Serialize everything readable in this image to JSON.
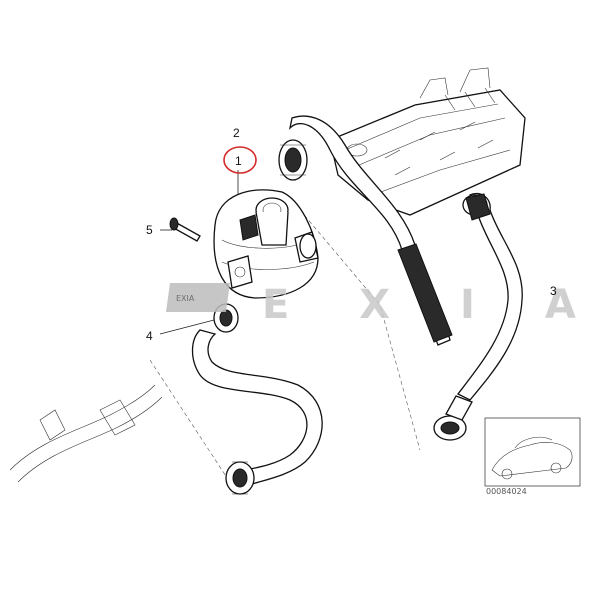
{
  "callouts": {
    "part_1": "1",
    "part_2": "2",
    "part_3": "3",
    "part_4": "4",
    "part_5": "5"
  },
  "highlight_color": "#d42a2a",
  "watermark": {
    "logo_text": "EXIA",
    "letters": "E X I A"
  },
  "reference_code": "00084024"
}
